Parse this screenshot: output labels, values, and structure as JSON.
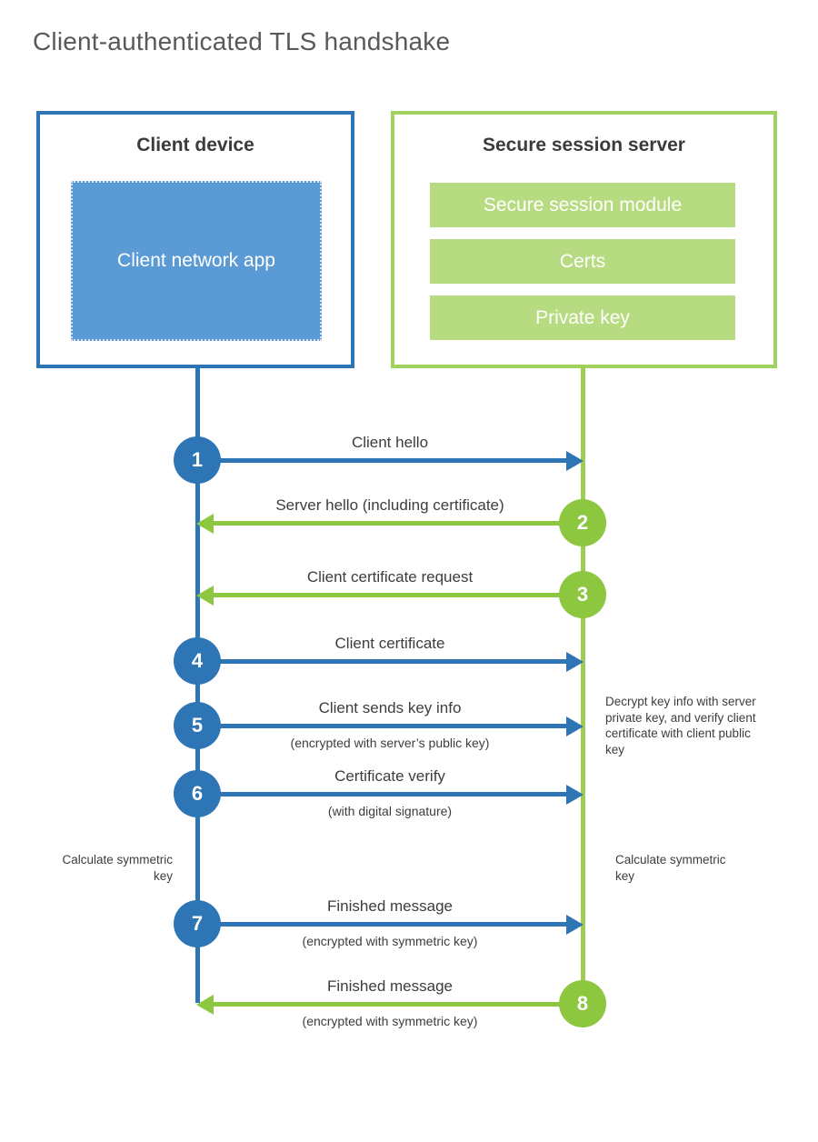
{
  "page": {
    "title": "Client-authenticated TLS handshake"
  },
  "client": {
    "title": "Client device",
    "app_label": "Client network app"
  },
  "server": {
    "title": "Secure session server",
    "modules": [
      "Secure session module",
      "Certs",
      "Private key"
    ]
  },
  "messages": [
    {
      "num": "1",
      "label": "Client hello",
      "sublabel": "",
      "direction": "right",
      "color": "blue"
    },
    {
      "num": "2",
      "label": "Server hello (including certificate)",
      "sublabel": "",
      "direction": "left",
      "color": "green"
    },
    {
      "num": "3",
      "label": "Client certificate request",
      "sublabel": "",
      "direction": "left",
      "color": "green"
    },
    {
      "num": "4",
      "label": "Client certificate",
      "sublabel": "",
      "direction": "right",
      "color": "blue"
    },
    {
      "num": "5",
      "label": "Client sends key info",
      "sublabel": "(encrypted with server’s public key)",
      "direction": "right",
      "color": "blue"
    },
    {
      "num": "6",
      "label": "Certificate verify",
      "sublabel": "(with digital signature)",
      "direction": "right",
      "color": "blue"
    },
    {
      "num": "7",
      "label": "Finished message",
      "sublabel": "(encrypted with symmetric key)",
      "direction": "right",
      "color": "blue"
    },
    {
      "num": "8",
      "label": "Finished message",
      "sublabel": "(encrypted with symmetric key)",
      "direction": "left",
      "color": "green"
    }
  ],
  "notes": {
    "decrypt": "Decrypt key info with server private key, and verify client certificate with client public key",
    "calc_left": "Calculate symmetric key",
    "calc_right": "Calculate symmetric key"
  },
  "colors": {
    "blue": "#2e75b6",
    "blue_fill": "#5b9bd5",
    "green": "#8dc63f",
    "green_border": "#a2d15f",
    "green_bar": "#b6db80",
    "text": "#3d3d3d",
    "title_text": "#595959"
  }
}
